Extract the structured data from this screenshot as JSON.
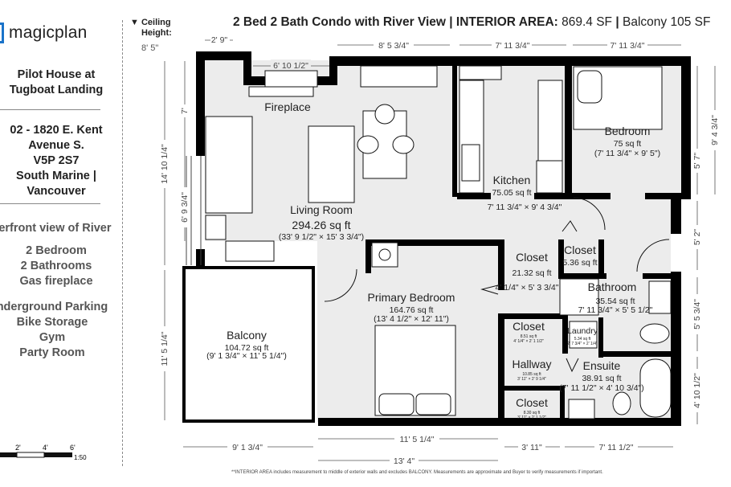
{
  "brand": {
    "logo_text": "magicplan",
    "accent": "#1a73c9"
  },
  "sidebar": {
    "building": "Pilot House at Tugboat Landing",
    "address": [
      "02 - 1820 E. Kent",
      "Avenue S.",
      "V5P 2S7",
      "South Marine |",
      "Vancouver"
    ],
    "view": "terfront view of River",
    "features": [
      "2 Bedroom",
      "2 Bathrooms",
      "Gas fireplace"
    ],
    "amenities": [
      "nderground Parking",
      "Bike Storage",
      "Gym",
      "Party Room"
    ]
  },
  "ceiling": {
    "label": "Ceiling Height:",
    "value": "8' 5\"",
    "icon": "triangle-down-icon"
  },
  "header": {
    "title_bold": "2 Bed 2 Bath Condo with River View | INTERIOR AREA:",
    "area": "869.4 SF",
    "sep": "|",
    "balcony": "Balcony 105 SF"
  },
  "scale": {
    "ticks": [
      "2'",
      "4'",
      "6'"
    ],
    "ratio": "1:50"
  },
  "rooms": {
    "living": {
      "name": "Living Room",
      "area": "294.26 sq ft",
      "dims": "(33' 9 1/2\" × 15' 3 3/4\")"
    },
    "fireplace": {
      "name": "Fireplace"
    },
    "kitchen": {
      "name": "Kitchen",
      "area": "75.05 sq ft",
      "dims": "7' 11 3/4\" × 9' 4 3/4\""
    },
    "bedroom": {
      "name": "Bedroom",
      "area": "75 sq ft",
      "dims": "(7' 11 3/4\" × 9' 5\")"
    },
    "balcony": {
      "name": "Balcony",
      "area": "104.72 sq ft",
      "dims": "(9' 1 3/4\" × 11' 5 1/4\")"
    },
    "primary": {
      "name": "Primary Bedroom",
      "area": "164.76 sq ft",
      "dims": "(13' 4 1/2\" × 12' 11\")"
    },
    "closet1": {
      "name": "Closet",
      "area": "21.32 sq ft",
      "dims": "4' 1/4\" × 5' 3 3/4\""
    },
    "closet2": {
      "name": "Closet",
      "area": "5.36 sq ft"
    },
    "bathroom": {
      "name": "Bathroom",
      "area": "35.54 sq ft",
      "dims": "7' 11 3/4\" × 5' 5 1/2\""
    },
    "closet3": {
      "name": "Closet",
      "area": "8.51 sq ft",
      "dims": "4' 1/4\" × 2' 1 1/2\""
    },
    "laundry": {
      "name": "Laundry",
      "area": "5.34 sq ft",
      "dims": "2' 7 3/4\" × 2' 1/4\""
    },
    "hallway": {
      "name": "Hallway",
      "area": "10.85 sq ft",
      "dims": "3' 11\" × 2' 9 1/4\""
    },
    "closet4": {
      "name": "Closet",
      "area": "8.30 sq ft",
      "dims": "3' 11\" × 2' 1 1/2\""
    },
    "ensuite": {
      "name": "Ensuite",
      "area": "38.91 sq ft",
      "dims": "(7' 11 1/2\" × 4' 10 3/4\")"
    }
  },
  "dimensions": [
    "2' 9\"",
    "8' 5 3/4\"",
    "7' 11 3/4\"",
    "7' 11 3/4\"",
    "6' 10 1/2\"",
    "7'",
    "14' 10 1/4\"",
    "6' 9 3/4\"",
    "11' 5 1/4\"",
    "9' 4 3/4\"",
    "5' 7\"",
    "5' 2\"",
    "5' 5 3/4\"",
    "4' 10 1/2\"",
    "9' 1 3/4\"",
    "11' 5 1/4\"",
    "13' 4\"",
    "3' 11\"",
    "7' 11 1/2\""
  ],
  "footnote": "**INTERIOR AREA includes measurement to middle of exterior walls and excludes BALCONY. Measurements are approximate and Buyer to verify measurements if important."
}
